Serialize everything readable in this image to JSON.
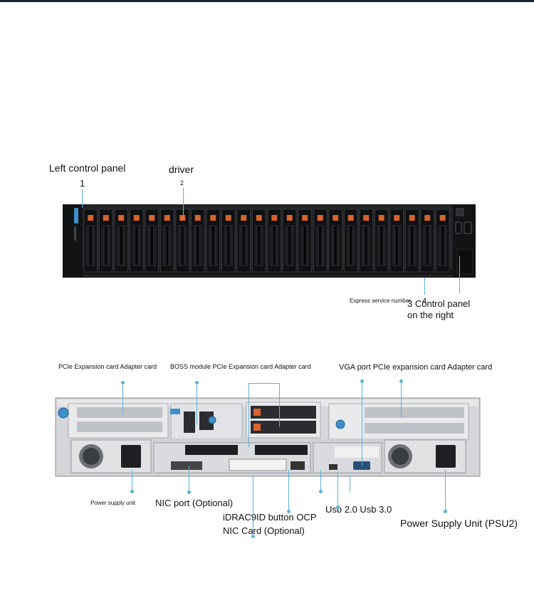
{
  "front": {
    "left_control_panel": "Left control panel",
    "num1": "1",
    "driver": "driver",
    "num2": "2",
    "express_service": "Express service number",
    "num4": "4",
    "right_panel_line1": "3 Control panel",
    "right_panel_line2": "on the right",
    "drive_bay_count": 24
  },
  "rear": {
    "pcie_left": "PCIe Expansion card Adapter card",
    "boss_pcie": "BOSS module PCIe Expansion card Adapter card",
    "vga_pcie": "VGA port PCIe expansion card Adapter card",
    "psu_left": "Power supply unit",
    "nic_port": "NIC port (Optional)",
    "idrac_line1": "iDRAC9ID button OCP",
    "idrac_line2": "NIC Card (Optional)",
    "usb": "Usb 2.0 Usb 3.0",
    "psu2": "Power Supply Unit (PSU2)"
  },
  "colors": {
    "leader": "#5bb3d3",
    "chassis_dark": "#1c1e21",
    "drive_accent": "#d8642c",
    "chassis_light": "#c9ccd0"
  }
}
